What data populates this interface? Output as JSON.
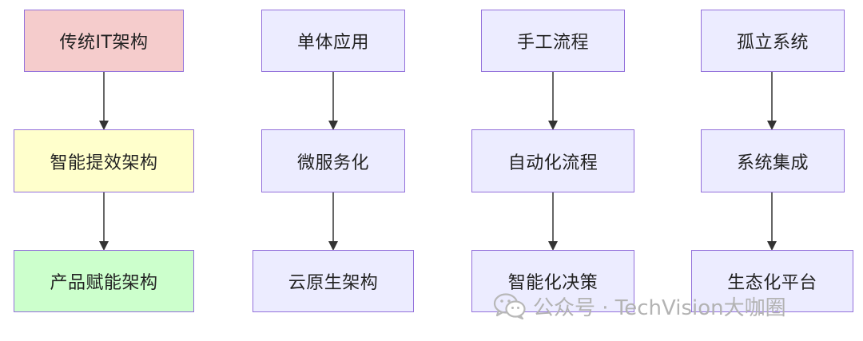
{
  "diagram": {
    "colors": {
      "default_fill": "#ECECFF",
      "default_stroke": "#9370DB",
      "red_fill": "#F5CCCC",
      "yellow_fill": "#FFFFCC",
      "green_fill": "#CCFFCC",
      "edge": "#333333"
    },
    "columns": [
      {
        "nodes": [
          {
            "label": "传统IT架构",
            "fill": "red_fill"
          },
          {
            "label": "智能提效架构",
            "fill": "yellow_fill"
          },
          {
            "label": "产品赋能架构",
            "fill": "green_fill"
          }
        ]
      },
      {
        "nodes": [
          {
            "label": "单体应用",
            "fill": "default_fill"
          },
          {
            "label": "微服务化",
            "fill": "default_fill"
          },
          {
            "label": "云原生架构",
            "fill": "default_fill"
          }
        ]
      },
      {
        "nodes": [
          {
            "label": "手工流程",
            "fill": "default_fill"
          },
          {
            "label": "自动化流程",
            "fill": "default_fill"
          },
          {
            "label": "智能化决策",
            "fill": "default_fill"
          }
        ]
      },
      {
        "nodes": [
          {
            "label": "孤立系统",
            "fill": "default_fill"
          },
          {
            "label": "系统集成",
            "fill": "default_fill"
          },
          {
            "label": "生态化平台",
            "fill": "default_fill"
          }
        ]
      }
    ]
  },
  "watermark": {
    "text": "公众号 · TechVision大咖圈",
    "icon": "wechat-icon"
  }
}
